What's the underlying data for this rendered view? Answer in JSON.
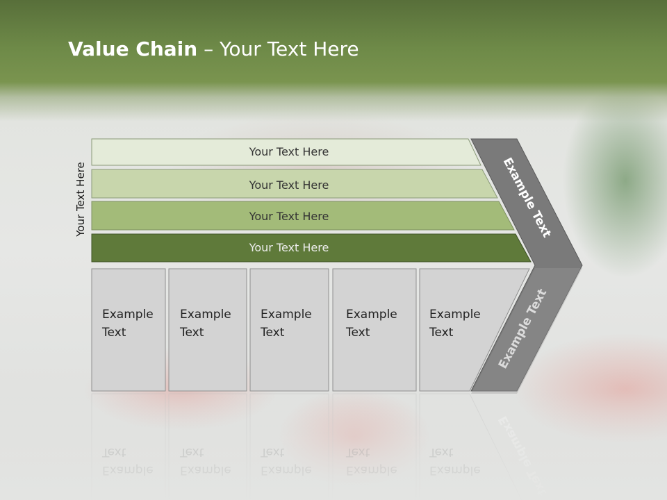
{
  "slide": {
    "title_bold": "Value Chain",
    "title_rest": " – Your Text Here",
    "side_label": "Your Text Here",
    "bands": [
      {
        "label": "Your Text Here",
        "fill": "#e4ebd9",
        "text_color": "#333333"
      },
      {
        "label": "Your Text Here",
        "fill": "#c8d6ac",
        "text_color": "#333333"
      },
      {
        "label": "Your Text Here",
        "fill": "#a3bb79",
        "text_color": "#333333"
      },
      {
        "label": "Your Text Here",
        "fill": "#5f7a3a",
        "text_color": "#eeeeee"
      }
    ],
    "boxes": [
      {
        "line1": "Example",
        "line2": "Text"
      },
      {
        "line1": "Example",
        "line2": "Text"
      },
      {
        "line1": "Example",
        "line2": "Text"
      },
      {
        "line1": "Example",
        "line2": "Text"
      },
      {
        "line1": "Example",
        "line2": "Text"
      }
    ],
    "arrow_upper_label": "Example Text",
    "arrow_lower_label": "Example Text",
    "colors": {
      "header_green": "#6e8a48",
      "arrow_gray": "#7a7a7a",
      "box_gray": "#d3d3d3",
      "box_border": "#8f8f8f"
    }
  }
}
